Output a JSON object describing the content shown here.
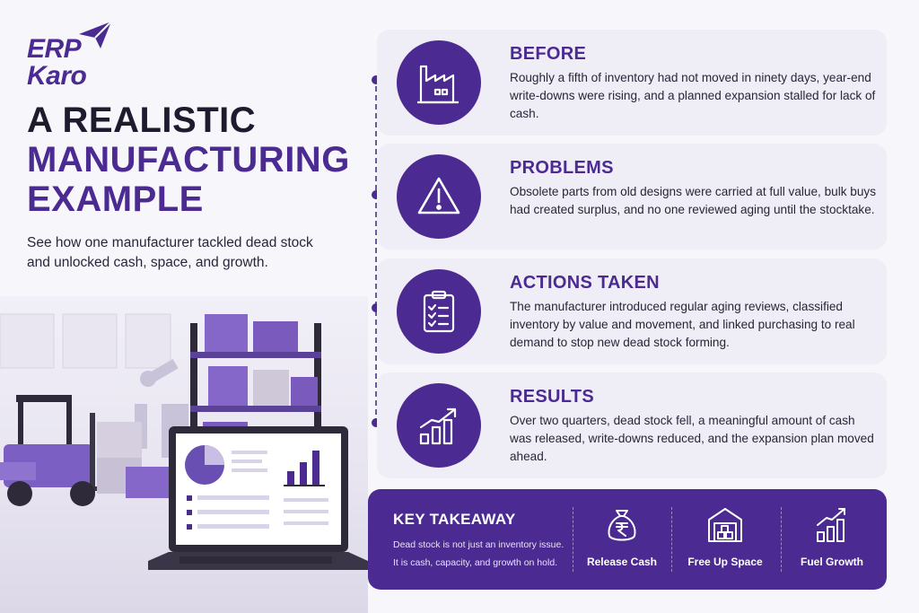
{
  "brand": {
    "line1": "ERP",
    "line2": "Karo"
  },
  "heading": {
    "line1": "A REALISTIC",
    "line2": "MANUFACTURING",
    "line3": "EXAMPLE"
  },
  "subtitle": "See how one manufacturer tackled dead stock and unlocked cash, space, and growth.",
  "colors": {
    "accent": "#4b2a91",
    "card_bg": "#efedf6",
    "page_bg": "#f7f6fb",
    "text": "#2a2538"
  },
  "cards": [
    {
      "icon": "factory-icon",
      "title": "BEFORE",
      "text": "Roughly a fifth of inventory had not moved in ninety days, year-end write-downs were rising, and a planned expansion stalled for lack of cash."
    },
    {
      "icon": "warning-icon",
      "title": "PROBLEMS",
      "text": "Obsolete parts from old designs were carried at full value, bulk buys had created surplus, and no one reviewed aging until the stocktake."
    },
    {
      "icon": "clipboard-checklist-icon",
      "title": "ACTIONS TAKEN",
      "text": "The manufacturer introduced regular aging reviews, classified inventory by value and movement, and linked purchasing to real demand to stop new dead stock forming."
    },
    {
      "icon": "growth-chart-icon",
      "title": "RESULTS",
      "text": "Over two quarters, dead stock fell, a meaningful amount of cash was released, write-downs reduced, and the expansion plan moved ahead."
    }
  ],
  "takeaway": {
    "title": "KEY TAKEAWAY",
    "line1": "Dead stock is not just an inventory issue.",
    "line2": "It is cash, capacity, and growth on hold.",
    "benefits": [
      {
        "icon": "money-bag-rupee-icon",
        "label": "Release Cash"
      },
      {
        "icon": "warehouse-icon",
        "label": "Free Up Space"
      },
      {
        "icon": "growth-chart-icon",
        "label": "Fuel Growth"
      }
    ]
  }
}
